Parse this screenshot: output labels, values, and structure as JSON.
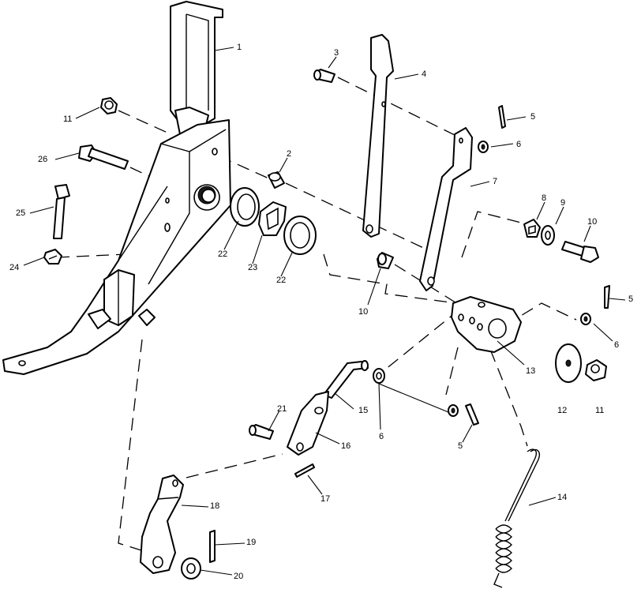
{
  "callouts": {
    "c1": "1",
    "c2": "2",
    "c3": "3",
    "c4": "4",
    "c5a": "5",
    "c5b": "5",
    "c5c": "5",
    "c6a": "6",
    "c6b": "6",
    "c6c": "6",
    "c7": "7",
    "c8": "8",
    "c9": "9",
    "c10a": "10",
    "c10b": "10",
    "c11a": "11",
    "c11b": "11",
    "c12": "12",
    "c13": "13",
    "c14": "14",
    "c15": "15",
    "c16": "16",
    "c17": "17",
    "c18": "18",
    "c19": "19",
    "c20": "20",
    "c21": "21",
    "c22a": "22",
    "c22b": "22",
    "c23": "23",
    "c24": "24",
    "c25": "25",
    "c26": "26"
  }
}
